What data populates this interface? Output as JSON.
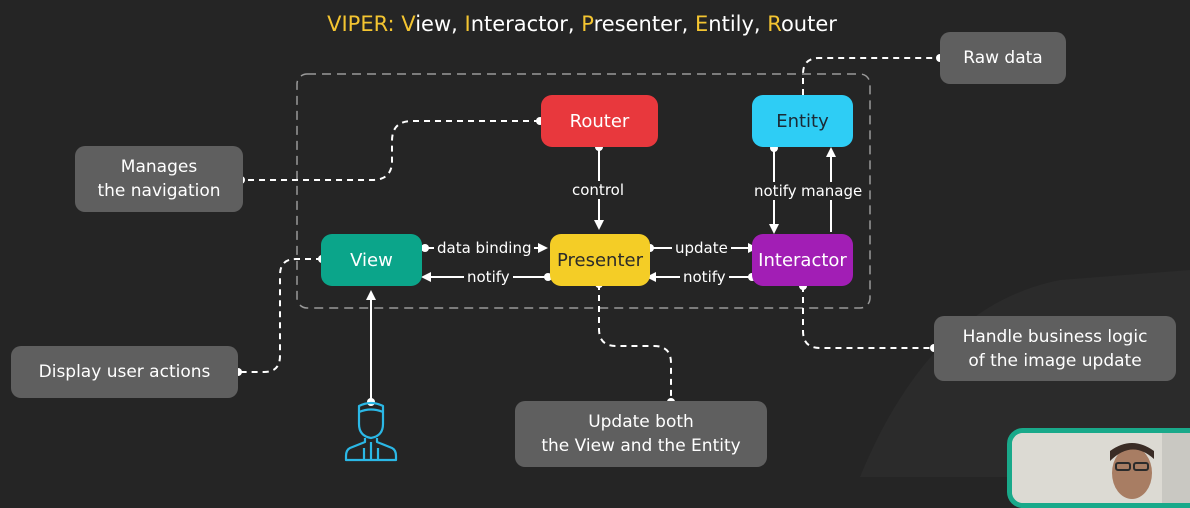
{
  "title": {
    "prefix": "VIPER: ",
    "parts": [
      {
        "initial": "V",
        "rest": "iew"
      },
      {
        "initial": "I",
        "rest": "nteractor"
      },
      {
        "initial": "P",
        "rest": "resenter"
      },
      {
        "initial": "E",
        "rest": "ntily"
      },
      {
        "initial": "R",
        "rest": "outer"
      }
    ],
    "separator": ", "
  },
  "nodes": {
    "router": {
      "label": "Router",
      "color": "#e8383d"
    },
    "entity": {
      "label": "Entity",
      "color": "#2ecdf5"
    },
    "view": {
      "label": "View",
      "color": "#0ba58a"
    },
    "presenter": {
      "label": "Presenter",
      "color": "#f4cd26"
    },
    "interactor": {
      "label": "Interactor",
      "color": "#a21eb5"
    }
  },
  "edges": {
    "control": "control",
    "data_binding": "data binding",
    "notify_presenter_view": "notify",
    "update": "update",
    "notify_interactor_presenter": "notify",
    "notify_entity_interactor": "notify",
    "manage": "manage"
  },
  "notes": {
    "navigation": {
      "line1": "Manages",
      "line2": "the navigation"
    },
    "raw_data": {
      "text": "Raw data"
    },
    "user_actions": {
      "text": "Display user actions"
    },
    "business_logic": {
      "line1": "Handle business logic",
      "line2": "of the image update"
    },
    "update_both": {
      "line1": "Update both",
      "line2": "the View and the Entity"
    }
  },
  "icons": {
    "user": "user-icon"
  },
  "colors": {
    "accent": "#f4c531",
    "note_bg": "#5f5f5f",
    "background": "#252525",
    "user_icon": "#2bb8e6"
  }
}
